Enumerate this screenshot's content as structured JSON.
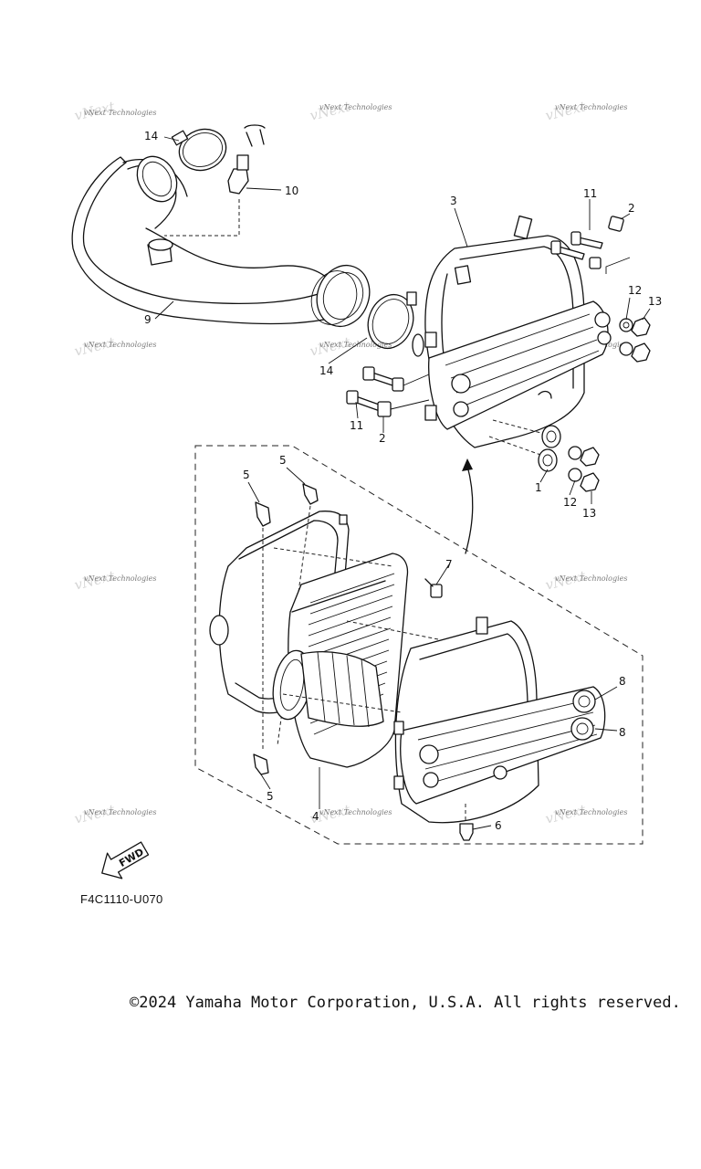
{
  "diagram": {
    "figure_code": "F4C1110-U070",
    "copyright": "©2024 Yamaha Motor Corporation, U.S.A. All rights reserved.",
    "watermark": "vNext Technologies",
    "fwd_label": "FWD",
    "callouts": [
      {
        "id": "c14a",
        "text": "14"
      },
      {
        "id": "c10",
        "text": "10"
      },
      {
        "id": "c9",
        "text": "9"
      },
      {
        "id": "c3",
        "text": "3"
      },
      {
        "id": "c11a",
        "text": "11"
      },
      {
        "id": "c2a",
        "text": "2"
      },
      {
        "id": "c12a",
        "text": "12"
      },
      {
        "id": "c13a",
        "text": "13"
      },
      {
        "id": "c14b",
        "text": "14"
      },
      {
        "id": "c11b",
        "text": "11"
      },
      {
        "id": "c2b",
        "text": "2"
      },
      {
        "id": "c1",
        "text": "1"
      },
      {
        "id": "c12b",
        "text": "12"
      },
      {
        "id": "c13b",
        "text": "13"
      },
      {
        "id": "c5a",
        "text": "5"
      },
      {
        "id": "c5b",
        "text": "5"
      },
      {
        "id": "c7",
        "text": "7"
      },
      {
        "id": "c8a",
        "text": "8"
      },
      {
        "id": "c8b",
        "text": "8"
      },
      {
        "id": "c5c",
        "text": "5"
      },
      {
        "id": "c4",
        "text": "4"
      },
      {
        "id": "c6",
        "text": "6"
      }
    ]
  }
}
